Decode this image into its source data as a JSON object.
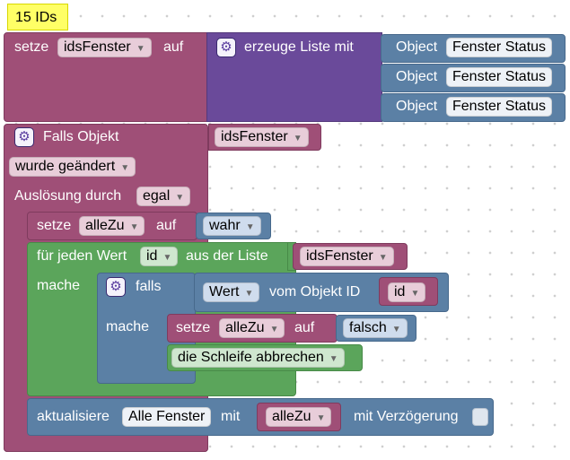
{
  "comment_label": "15 IDs",
  "set_block": {
    "prefix": "setze",
    "var": "idsFenster",
    "suffix": "auf"
  },
  "create_list": {
    "label": "erzeuge Liste mit"
  },
  "objects": [
    {
      "label": "Object",
      "value": "Fenster Status"
    },
    {
      "label": "Object",
      "value": "Fenster Status"
    },
    {
      "label": "Object",
      "value": "Fenster Status"
    }
  ],
  "trigger": {
    "label": "Falls Objekt",
    "var": "idsFenster",
    "condition": "wurde geändert",
    "trigger_label": "Auslösung durch",
    "trigger_value": "egal"
  },
  "set_allezu": {
    "prefix": "setze",
    "var": "alleZu",
    "suffix": "auf",
    "value": "wahr"
  },
  "foreach": {
    "prefix": "für jeden Wert",
    "var": "id",
    "middle": "aus der Liste",
    "list": "idsFenster",
    "do_label": "mache"
  },
  "if_block": {
    "label": "falls",
    "value_label": "Wert",
    "from_label": "vom Objekt ID",
    "id_var": "id",
    "do_label": "mache"
  },
  "set_false": {
    "prefix": "setze",
    "var": "alleZu",
    "suffix": "auf",
    "value": "falsch"
  },
  "break_loop": {
    "label": "die Schleife abbrechen"
  },
  "update": {
    "prefix": "aktualisiere",
    "target": "Alle Fenster",
    "with": "mit",
    "var": "alleZu",
    "delay": "mit Verzögerung"
  }
}
